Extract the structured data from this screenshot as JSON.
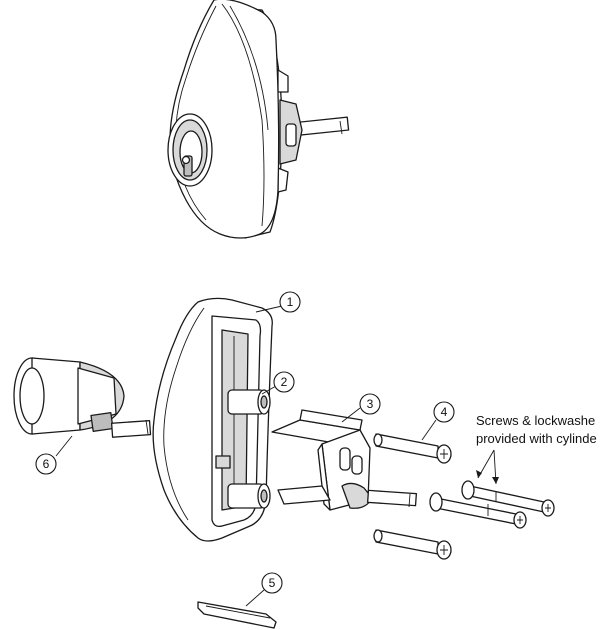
{
  "callouts": [
    "1",
    "2",
    "3",
    "4",
    "5",
    "6"
  ],
  "note": {
    "line1": "Screws & lockwashe",
    "line2": "provided with cylinde"
  },
  "colors": {
    "stroke": "#1a1a1a",
    "shade": "#d9d9d9",
    "dark_shade": "#bdbdbd",
    "background": "#ffffff"
  }
}
